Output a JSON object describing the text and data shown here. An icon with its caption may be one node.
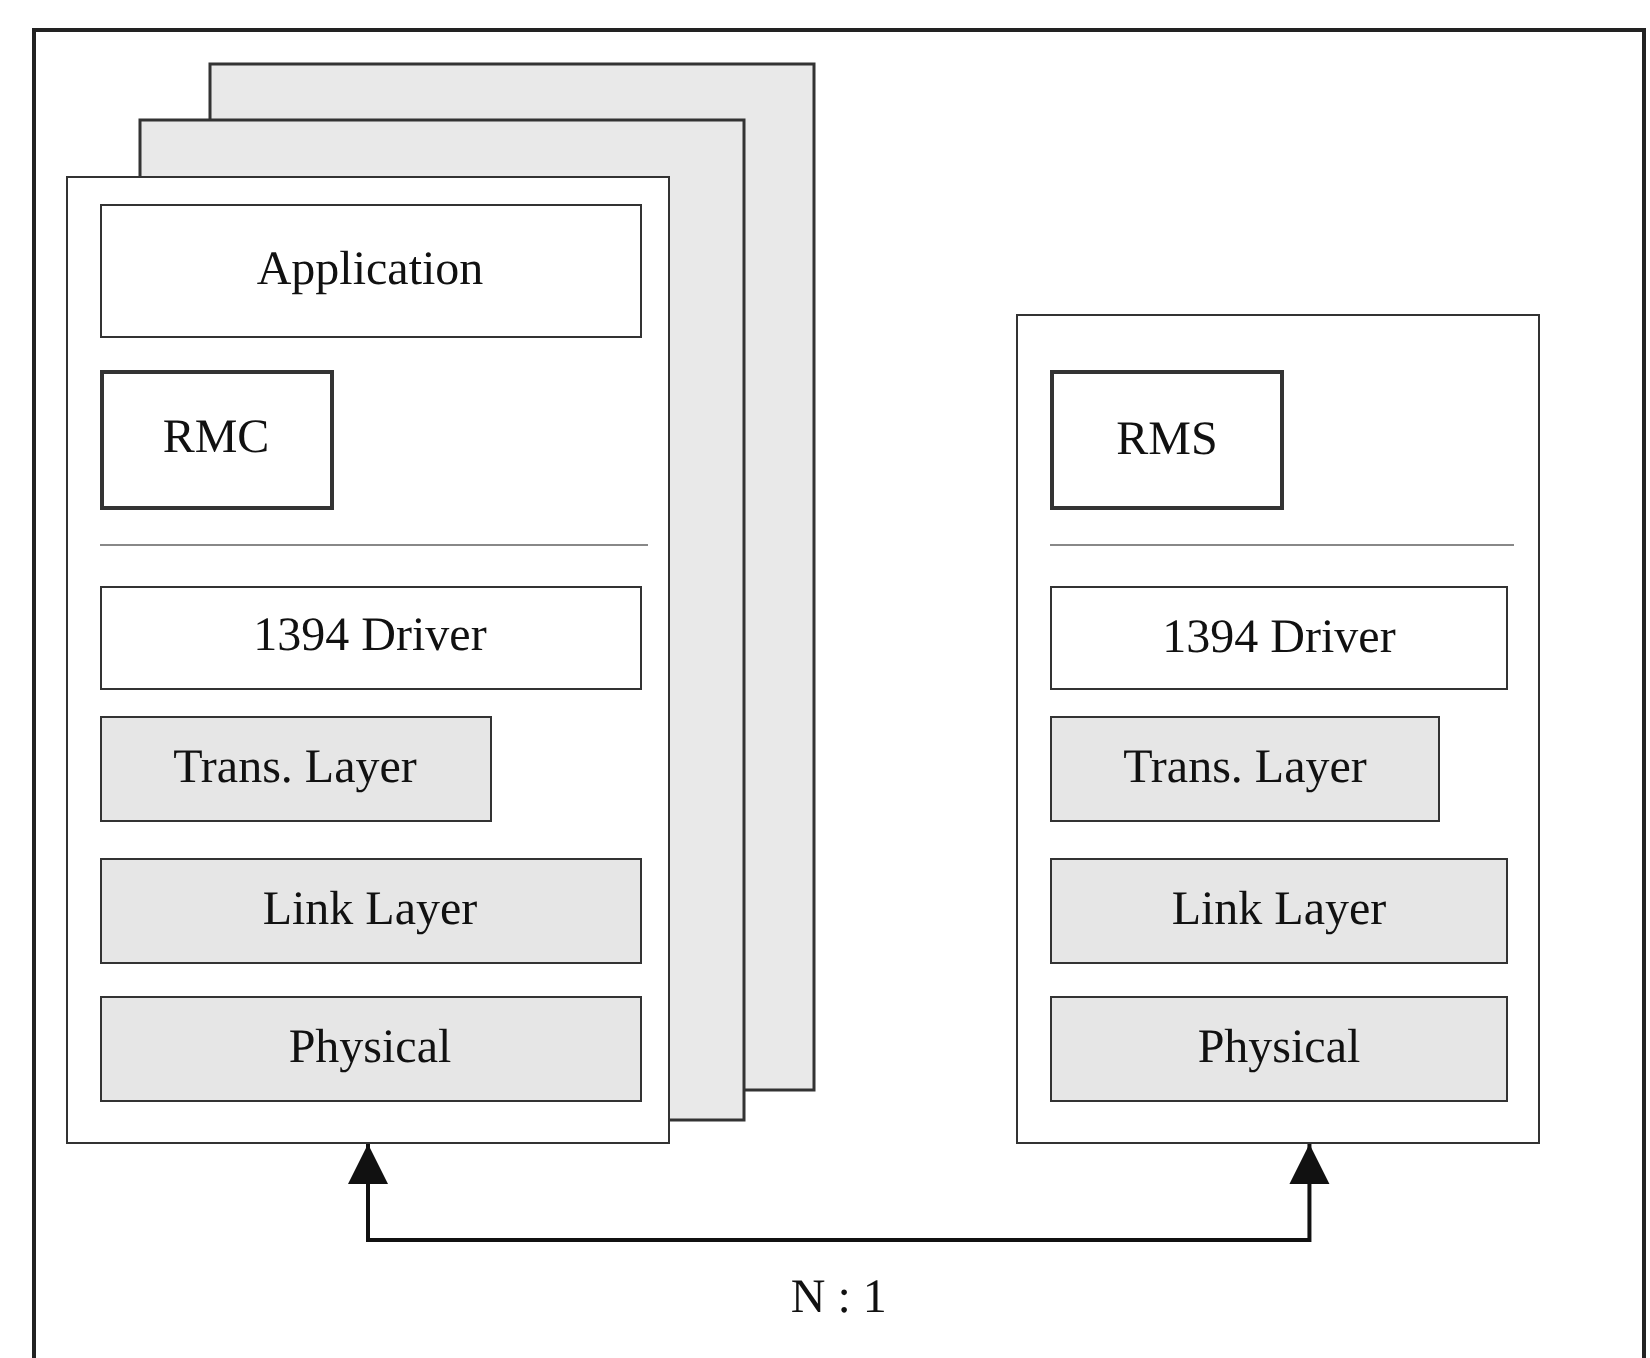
{
  "diagram": {
    "nodes": [
      {
        "text": [],
        "shape": "box"
      },
      {
        "text": [
          "Application"
        ],
        "in": 0
      },
      {
        "text": [
          "RMC"
        ],
        "in": 0
      },
      {
        "text": [
          "1394 Driver"
        ],
        "in": 0
      },
      {
        "text": [
          "Trans. Layer"
        ],
        "in": 0
      },
      {
        "text": [
          "Link Layer"
        ],
        "in": 0
      },
      {
        "text": [
          "Physical"
        ],
        "in": 0
      },
      {
        "text": [],
        "shape": "box"
      },
      {
        "text": [
          "RMS"
        ],
        "in": 7
      },
      {
        "text": [
          "1394 Driver"
        ],
        "in": 7
      },
      {
        "text": [
          "Trans. Layer"
        ],
        "in": 7
      },
      {
        "text": [
          "Link Layer"
        ],
        "in": 7
      },
      {
        "text": [
          "Physical"
        ],
        "in": 7
      }
    ],
    "edges": [
      {
        "from": 0,
        "to": 7,
        "arrow": "both",
        "label": "N : 1"
      }
    ]
  }
}
